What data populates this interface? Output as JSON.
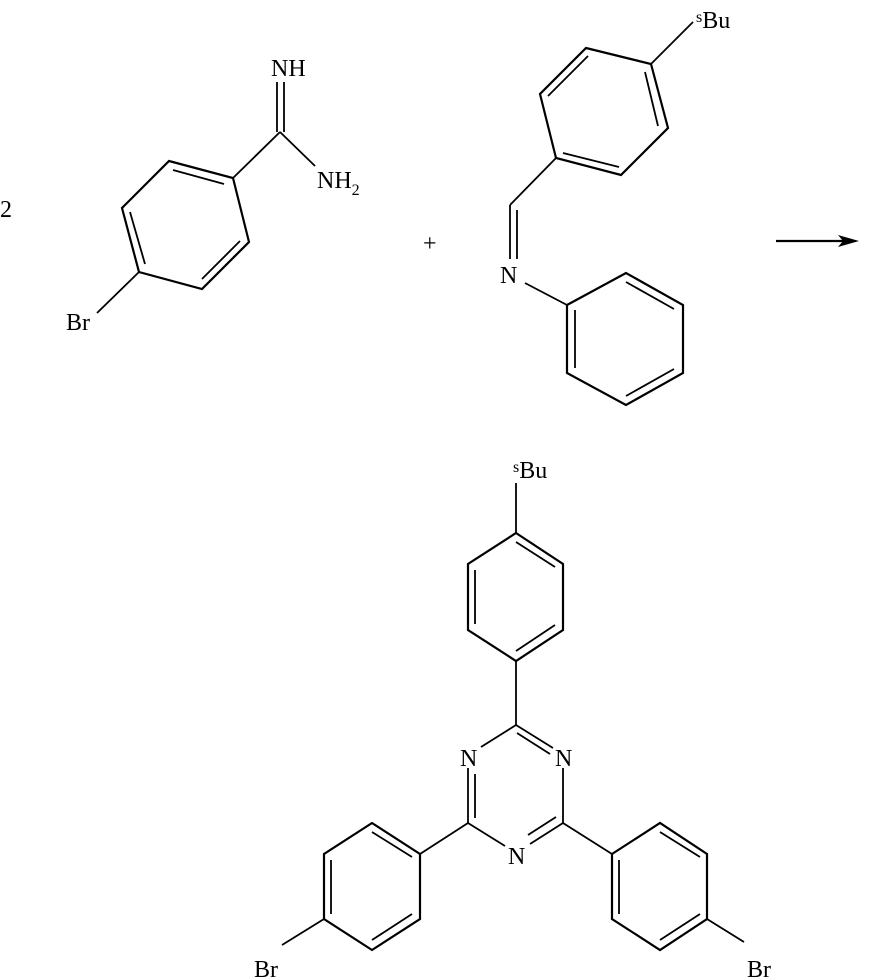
{
  "diagram": {
    "type": "chemical-reaction-scheme",
    "reactants": [
      {
        "name": "4-bromobenzamidine",
        "coefficient": "2",
        "labels": {
          "imine": "NH",
          "amine": "NH",
          "amine_sub": "2",
          "halogen": "Br"
        }
      },
      {
        "name": "N-(4-sec-butylbenzylidene)aniline",
        "labels": {
          "alkyl_prefix": "s",
          "alkyl": "Bu",
          "nitrogen": "N"
        }
      }
    ],
    "operator": "+",
    "arrow": "right-arrow",
    "product": {
      "name": "2,4-bis(4-bromophenyl)-6-(4-sec-butylphenyl)-1,3,5-triazine",
      "labels": {
        "alkyl_prefix": "s",
        "alkyl": "Bu",
        "ring_n1": "N",
        "ring_n2": "N",
        "ring_n3": "N",
        "halogen_left": "Br",
        "halogen_right": "Br"
      }
    },
    "colors": {
      "line": "#000000",
      "background": "#ffffff"
    }
  }
}
